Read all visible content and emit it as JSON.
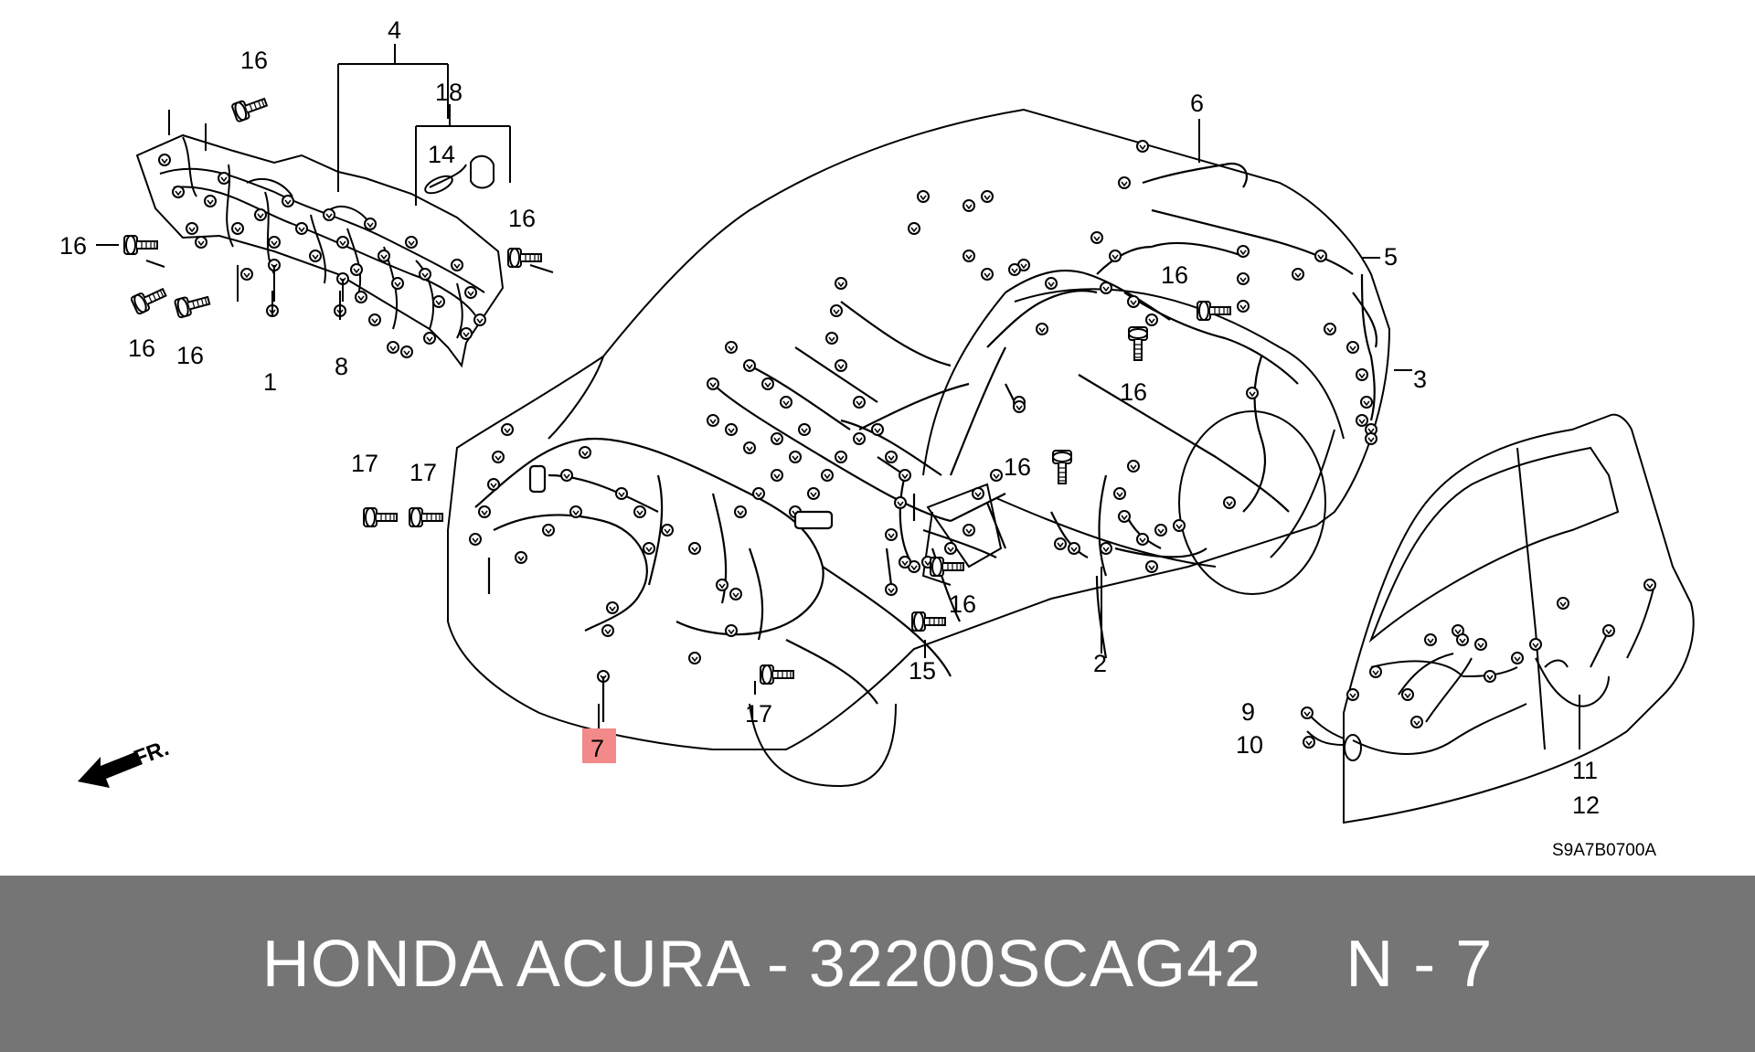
{
  "diagram": {
    "callouts": [
      "1",
      "2",
      "3",
      "4",
      "5",
      "6",
      "7",
      "8",
      "9",
      "10",
      "11",
      "12",
      "14",
      "15",
      "16",
      "17",
      "18"
    ],
    "highlight_color": "#f28a8a",
    "line_color": "#000000",
    "direction_label": "FR.",
    "drawing_code": "S9A7B0700A"
  },
  "footer": {
    "part_title": "HONDA ACURA - 32200SCAG42",
    "ref_label": "N - 7",
    "background": "#757575",
    "text_color": "#ffffff"
  }
}
